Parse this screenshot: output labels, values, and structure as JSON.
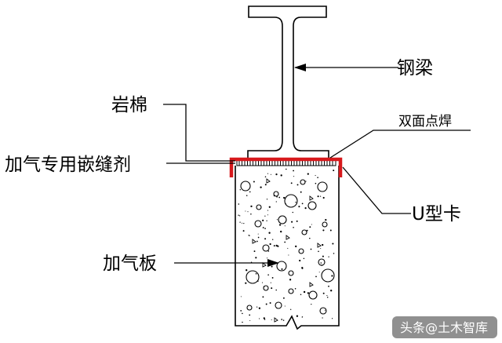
{
  "labels": {
    "steel_beam": "钢梁",
    "rock_wool": "岩棉",
    "double_spot_weld": "双面点焊",
    "sealant": "加气专用嵌缝剂",
    "u_clip": "U型卡",
    "aerated_panel": "加气板"
  },
  "watermark": {
    "text": "头条@土木智库"
  },
  "colors": {
    "line": "#000000",
    "u_clip": "#d7191c",
    "watermark_bg": "#6b6b6b"
  }
}
